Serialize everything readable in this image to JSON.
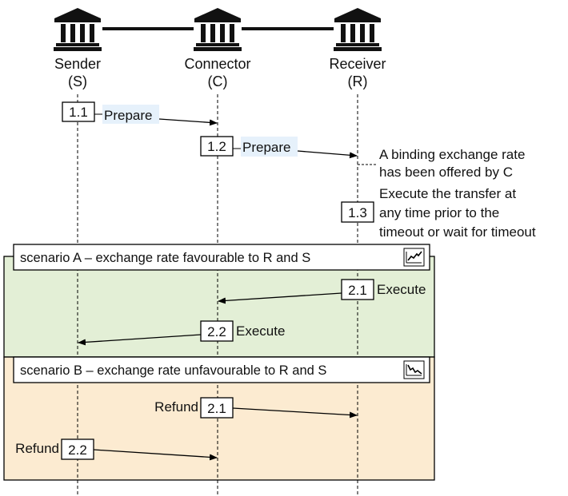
{
  "actors": [
    {
      "id": "S",
      "name": "Sender",
      "abbr": "(S)"
    },
    {
      "id": "C",
      "name": "Connector",
      "abbr": "(C)"
    },
    {
      "id": "R",
      "name": "Receiver",
      "abbr": "(R)"
    }
  ],
  "icons": {
    "actor": "bank-building-icon",
    "scenario_a": "trend-up-chart-icon",
    "scenario_b": "trend-down-chart-icon"
  },
  "colors": {
    "label_highlight": "#e6f1fb",
    "scenario_a_fill": "#e3efd6",
    "scenario_b_fill": "#fcebd1",
    "line": "#000000"
  },
  "steps": [
    {
      "num": "1.1",
      "label": "Prepare",
      "from": "S",
      "to": "C"
    },
    {
      "num": "1.2",
      "label": "Prepare",
      "from": "C",
      "to": "R"
    },
    {
      "num": "1.3",
      "label": "",
      "at": "R"
    }
  ],
  "notes": {
    "binding": [
      "A binding exchange rate",
      "has been offered by C"
    ],
    "execute": [
      "Execute the transfer at",
      "any time prior to the",
      "timeout or wait for timeout"
    ]
  },
  "scenarios": [
    {
      "title": "scenario A – exchange rate favourable to R and S",
      "steps": [
        {
          "num": "2.1",
          "label": "Execute",
          "from": "R",
          "to": "C"
        },
        {
          "num": "2.2",
          "label": "Execute",
          "from": "C",
          "to": "S"
        }
      ]
    },
    {
      "title": "scenario B – exchange rate unfavourable to R and S",
      "steps": [
        {
          "num": "2.1",
          "label": "Refund",
          "from": "C",
          "to": "R"
        },
        {
          "num": "2.2",
          "label": "Refund",
          "from": "S",
          "to": "C"
        }
      ]
    }
  ]
}
